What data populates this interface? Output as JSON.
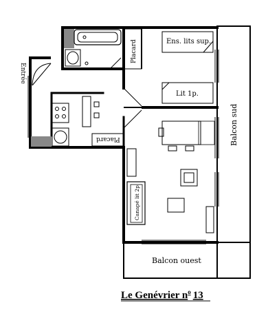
{
  "plan": {
    "title": "Le Genévrier n",
    "title_sup": "o",
    "title_number": "13",
    "rooms": {
      "entree": "Entrée",
      "placard_top": "Placard",
      "placard_bottom": "Placard",
      "bed_double": "Ens. lits sup.",
      "bed_single": "Lit 1p.",
      "balcon_sud": "Balcon sud",
      "balcon_ouest": "Balcon ouest",
      "canape": "Canapé lit 2p"
    }
  }
}
